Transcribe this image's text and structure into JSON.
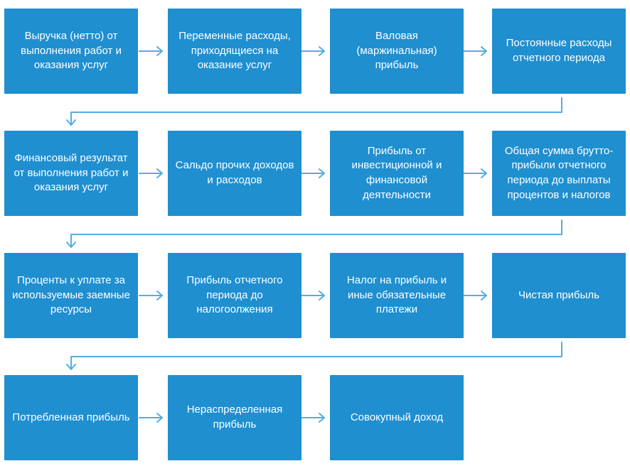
{
  "colors": {
    "box_fill": "#1f8fd0",
    "box_text": "#ffffff",
    "connector": "#52aee1",
    "background": "#ffffff"
  },
  "rows": [
    {
      "items": [
        "Выручка (нетто) от выполнения работ и оказания услуг",
        "Переменные расходы, приходящиеся на оказание услуг",
        "Валовая (маржинальная) прибыль",
        "Постоянные расходы отчетного периода"
      ]
    },
    {
      "items": [
        "Финансовый результат от выполнения работ и оказания услуг",
        "Сальдо прочих доходов и расходов",
        "Прибыль от инвестиционной и финансовой деятельности",
        "Общая сумма брутто-прибыли отчетного периода до выплаты процентов и налогов"
      ]
    },
    {
      "items": [
        "Проценты к уплате за используемые заемные ресурсы",
        "Прибыль отчетного периода до налогоолжения",
        "Налог на прибыль и иные обязательные платежи",
        "Чистая прибыль"
      ]
    },
    {
      "items": [
        "Потребленная прибыль",
        "Нераспределенная прибыль",
        "Совокупный доход"
      ]
    }
  ]
}
